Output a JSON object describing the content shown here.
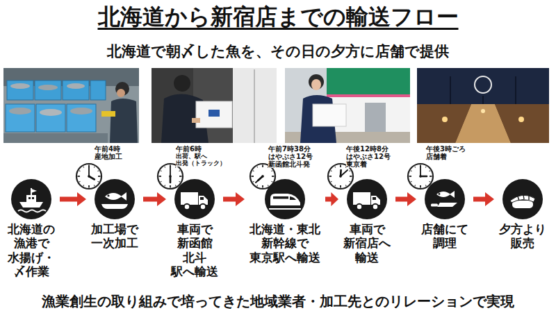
{
  "diagram": {
    "title": "北海道から新宿店までの輸送フロー",
    "caption": "漁業創生の取り組みで培ってきた地域業者・加工先とのリレーションで実現",
    "nodes": [
      {
        "text": [
          "北海道の 漁港で 水揚げ・ 〆作業"
        ]
      },
      {
        "text": [
          "加工場で 一次加工"
        ]
      },
      {
        "text": [
          "車両で 新函館 北斗 駅へ輸送"
        ]
      },
      {
        "text": [
          "北海道・東北 新幹線で 東京駅へ輸送"
        ]
      },
      {
        "text": [
          "車両で 新宿店へ 輸送"
        ]
      },
      {
        "text": [
          "店舗にて 調理"
        ]
      },
      {
        "text": [
          "夕方より 販売"
        ]
      }
    ],
    "edges": [
      {
        "from": 0,
        "to": 1,
        "arrow": "to"
      },
      {
        "from": 1,
        "to": 2,
        "arrow": "to"
      },
      {
        "from": 2,
        "to": 3,
        "arrow": "to"
      },
      {
        "from": 3,
        "to": 4,
        "arrow": "to"
      },
      {
        "from": 4,
        "to": 5,
        "arrow": "to"
      },
      {
        "from": 5,
        "to": 6,
        "arrow": "to"
      }
    ],
    "labels": [
      "北海道で朝〆した魚を、その日の夕方に店舗で提供",
      "午前4時",
      "産地加工",
      "午前6時",
      "出荷、駅へ 出発（トラック）",
      "午前7時38分",
      "はやぶさ12号",
      "新函館北斗発",
      "午後12時8分",
      "はやぶさ12号",
      "東京着",
      "午後3時ごろ",
      "店舗着"
    ]
  }
}
